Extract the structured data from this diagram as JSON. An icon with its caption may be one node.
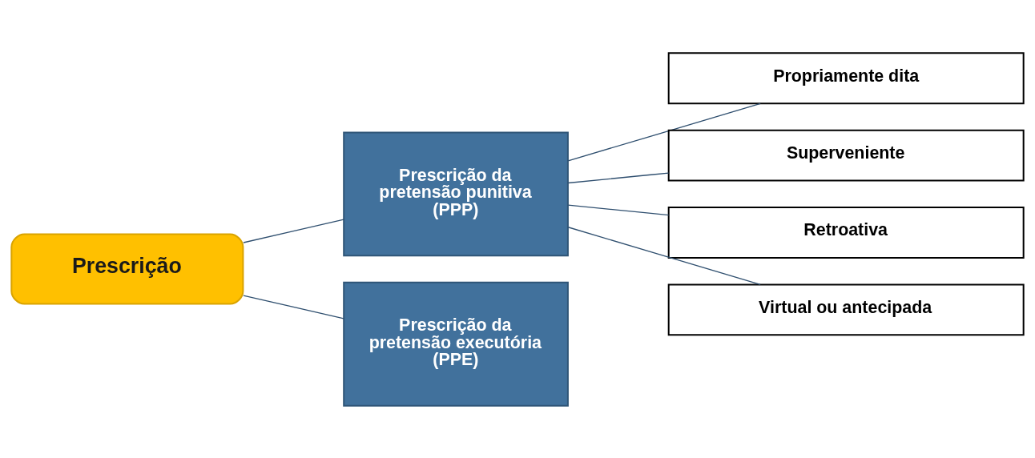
{
  "diagram": {
    "nodes": [
      {
        "text": [
          "Prescrição"
        ]
      },
      {
        "text": [
          "Prescrição da pretensão punitiva (PPP)"
        ]
      },
      {
        "text": [
          "Prescrição da pretensão executória (PPE)"
        ]
      },
      {
        "text": [
          "Propriamente dita"
        ]
      },
      {
        "text": [
          "Superveniente"
        ]
      },
      {
        "text": [
          "Retroativa"
        ]
      },
      {
        "text": [
          "Virtual ou antecipada"
        ]
      }
    ],
    "edges": [
      {
        "from": 0,
        "to": 1,
        "arrow": "none"
      },
      {
        "from": 0,
        "to": 2,
        "arrow": "none"
      },
      {
        "from": 1,
        "to": 3,
        "arrow": "none"
      },
      {
        "from": 1,
        "to": 4,
        "arrow": "none"
      },
      {
        "from": 1,
        "to": 5,
        "arrow": "none"
      },
      {
        "from": 1,
        "to": 6,
        "arrow": "none"
      }
    ]
  }
}
